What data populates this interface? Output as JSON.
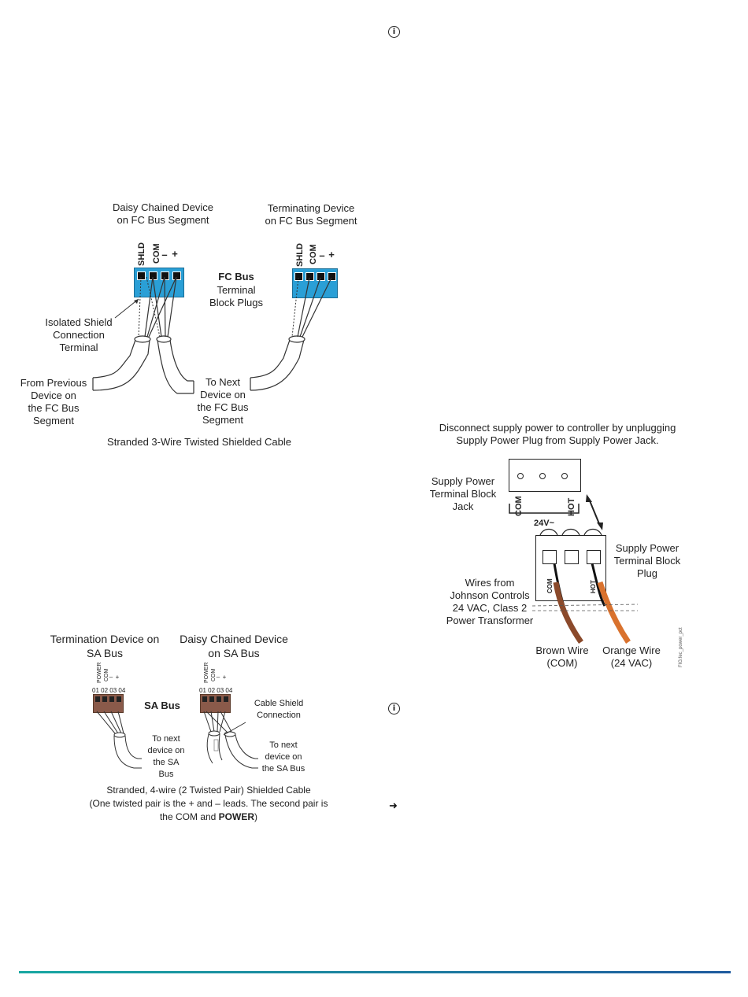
{
  "fc_bus_figure": {
    "daisy_title_line1": "Daisy Chained Device",
    "daisy_title_line2": "on FC Bus Segment",
    "term_title_line1": "Terminating Device",
    "term_title_line2": "on FC Bus Segment",
    "pin_labels": [
      "SHLD",
      "COM",
      "–",
      "+"
    ],
    "bus_label": "FC Bus",
    "plugs_label_line1": "Terminal",
    "plugs_label_line2": "Block Plugs",
    "shield_label_line1": "Isolated Shield",
    "shield_label_line2": "Connection",
    "shield_label_line3": "Terminal",
    "from_prev_line1": "From Previous",
    "from_prev_line2": "Device on",
    "from_prev_line3": "the FC Bus",
    "from_prev_line4": "Segment",
    "to_next_line1": "To Next",
    "to_next_line2": "Device on",
    "to_next_line3": "the FC Bus",
    "to_next_line4": "Segment",
    "caption": "Stranded 3-Wire Twisted Shielded Cable"
  },
  "sa_bus_figure": {
    "term_title_line1": "Termination Device on",
    "term_title_line2": "SA Bus",
    "daisy_title_line1": "Daisy Chained Device",
    "daisy_title_line2": "on SA Bus",
    "pin_labels": [
      "POWER",
      "COM",
      "–",
      "+"
    ],
    "pin_numbers": "01 02 03 04",
    "bus_label": "SA Bus",
    "shield_label_line1": "Cable Shield",
    "shield_label_line2": "Connection",
    "next_left_line1": "To next",
    "next_left_line2": "device on",
    "next_left_line3": "the SA",
    "next_left_line4": "Bus",
    "next_right_line1": "To next",
    "next_right_line2": "device on",
    "next_right_line3": "the SA Bus",
    "caption_line1": "Stranded, 4-wire (2 Twisted Pair) Shielded Cable",
    "caption_line2": "(One twisted pair is the + and – leads. The second pair is",
    "caption_line3_a": "the COM and ",
    "caption_line3_b": "POWER",
    "caption_line3_c": ")"
  },
  "power_figure": {
    "header_line1": "Disconnect supply power to controller by unplugging",
    "header_line2": "Supply Power Plug from Supply Power Jack.",
    "jack_label_line1": "Supply Power",
    "jack_label_line2": "Terminal Block",
    "jack_label_line3": "Jack",
    "jack_com": "COM",
    "jack_hot": "HOT",
    "voltage": "24V~",
    "plug_label_line1": "Supply Power",
    "plug_label_line2": "Terminal Block",
    "plug_label_line3": "Plug",
    "wires_label_line1": "Wires from",
    "wires_label_line2": "Johnson Controls",
    "wires_label_line3": "24 VAC, Class 2",
    "wires_label_line4": "Power Transformer",
    "plug_com": "COM",
    "plug_hot": "HOT",
    "brown_line1": "Brown Wire",
    "brown_line2": "(COM)",
    "orange_line1": "Orange Wire",
    "orange_line2": "(24 VAC)",
    "fig_code": "FIG:fec_power_pct"
  },
  "icons": {
    "info_top": "info-icon",
    "info_mid": "info-icon",
    "step": "chevron-right-icon"
  },
  "colors": {
    "fc_block": "#2a9fd6",
    "sa_block": "#8a5a4a",
    "brown_wire": "#8b4a2b",
    "orange_wire": "#d9722e",
    "footer_start": "#18a7a2",
    "footer_end": "#1e5a9e"
  }
}
